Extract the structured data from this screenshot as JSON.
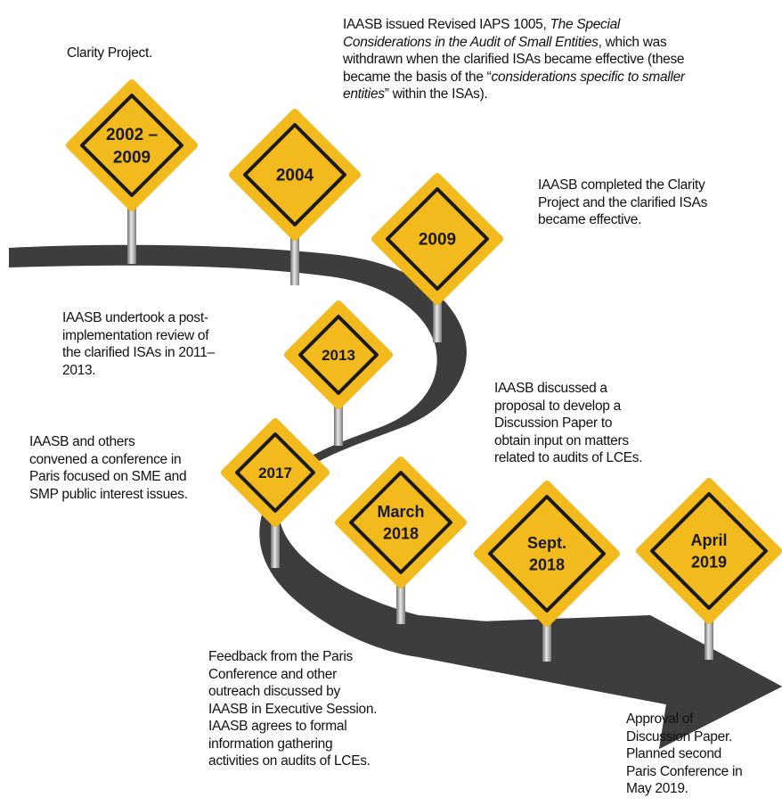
{
  "signs": [
    {
      "line1": "2002 –",
      "line2": "2009"
    },
    {
      "line1": "2004",
      "line2": ""
    },
    {
      "line1": "2009",
      "line2": ""
    },
    {
      "line1": "2013",
      "line2": ""
    },
    {
      "line1": "2017",
      "line2": ""
    },
    {
      "line1": "March",
      "line2": "2018"
    },
    {
      "line1": "Sept.",
      "line2": "2018"
    },
    {
      "line1": "April",
      "line2": "2019"
    }
  ],
  "notes": {
    "clarity": "Clarity Project.",
    "iaps_1a": "IAASB issued Revised IAPS 1005, ",
    "iaps_1b": "The Special",
    "iaps_2a": "Considerations in the Audit of Small Entities",
    "iaps_2b": ", which was",
    "iaps_3": "withdrawn when the clarified ISAs became effective (these",
    "iaps_4a": "became the basis of the “",
    "iaps_4b": "considerations specific to smaller",
    "iaps_5a": "entities",
    "iaps_5b": "” within the ISAs).",
    "completed": [
      "IAASB completed the Clarity",
      "Project and the clarified ISAs",
      "became effective."
    ],
    "review": [
      "IAASB undertook a post-",
      "implementation review of",
      "the clarified ISAs in 2011–",
      "2013."
    ],
    "conference": [
      "IAASB and others",
      "convened a conference in",
      "Paris focused on SME and",
      "SMP public interest issues."
    ],
    "proposal": [
      "IAASB discussed a",
      "proposal to develop a",
      "Discussion Paper to",
      "obtain input on matters",
      "related to audits of LCEs."
    ],
    "feedback": [
      "Feedback from the Paris",
      "Conference and other",
      "outreach discussed by",
      "IAASB in Executive Session.",
      "IAASB agrees to formal",
      "information gathering",
      "activities on audits of LCEs."
    ],
    "approval": [
      "Approval of",
      "Discussion Paper.",
      "Planned second",
      "Paris Conference in",
      "May 2019."
    ]
  },
  "colors": {
    "sign": "#f2ba1d",
    "sign_border": "#1a1a1a",
    "road": "#3d3d3d"
  }
}
